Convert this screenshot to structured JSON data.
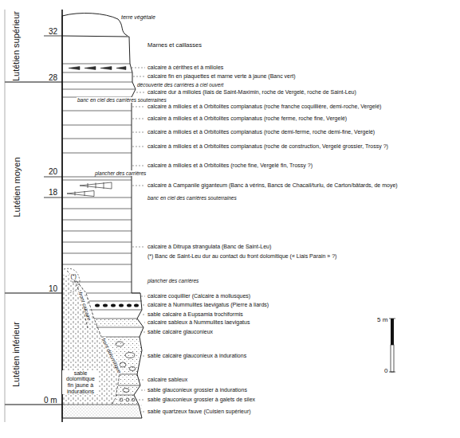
{
  "diagram": {
    "labels": [
      "Lutétien supérieur",
      "Lutétien moyen",
      "Lutétien inférieur",
      "32",
      "28",
      "20",
      "18",
      "10",
      "0 m",
      "terre végétale",
      "Marnes et caillasses",
      "calcaire à cérithes et à milioles",
      "calcaire fin en plaquettes et marne verte à jaune (Banc vert)",
      "découverte des carrières à ciel ouvert",
      "calcaire dur à milioles (liais de Saint-Maximin, roche de Vergelé, roche de Saint-Leu)",
      "banc en ciel des carrières souterraines",
      "calcaire à milioles et à Orbitolites complanatus (roche franche coquillière, demi-roche, Vergelé)",
      "calcaire à milioles et à Orbitolites complanatus (roche ferme, roche fine, Vergelé)",
      "calcaire à milioles et à Orbitolites complanatus (roche demi-ferme, roche demi-fine, Vergelé)",
      "calcaire à milioles et à Orbitolites complanatus (roche de construction, Vergelé grossier, Trossy ?)",
      "calcaire à milioles et à Orbitolites (roche fine, Vergelé fin, Trossy ?)",
      "plancher des carrières",
      "calcaire à Campanile giganteum (Banc à vérins, Bancs de Chacail/turlu, de Carton/bâtards, de moye)",
      "banc en ciel des carrières souterraines",
      "calcaire à Ditrupa strangulata (Banc de Saint-Leu)",
      "(*) Banc de Saint-Leu dur au contact du front dolomitique (« Liais Parain » ?)",
      "plancher des carrières",
      "(*)",
      "front calcaire",
      "front dolomitique",
      "calcaire coquillier (Calcaire à mollusques)",
      "calcaire à Nummulites laevigatus (Pierre à liards)",
      "sable calcaire à Eupsamia trochiformis",
      "calcaire sableux à Nummulites laevigatus",
      "sable calcaire glauconieux",
      "sable calcaire glauconieux à indurations",
      "calcaire sableux",
      "sable glauconieux grossier à indurations",
      "sable glauconieux grossier à galets de silex",
      "sable quartzeux fauve (Cuisien supérieur)",
      "sable dolomitique fin jaune à indurations",
      "5 m",
      "0"
    ]
  }
}
